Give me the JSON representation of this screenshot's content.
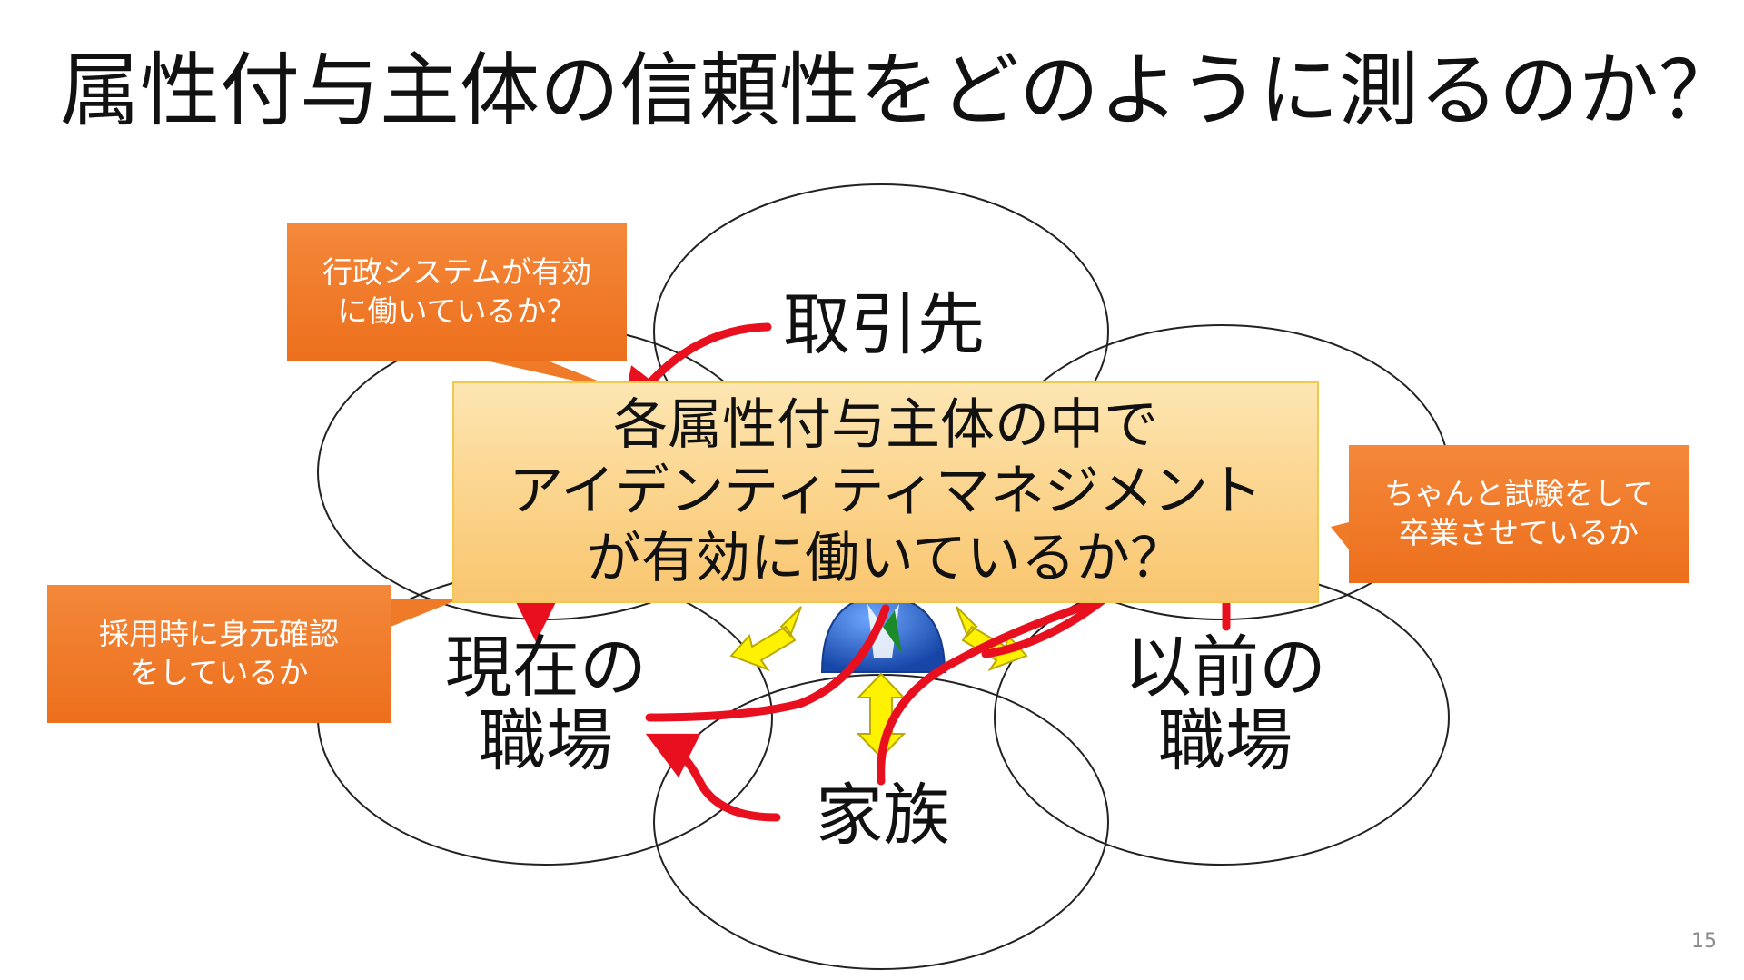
{
  "title": "属性付与主体の信頼性をどのように測るのか？",
  "nodes": {
    "top": {
      "line1": "取引先"
    },
    "current_workplace": {
      "line1": "現在の",
      "line2": "職場"
    },
    "previous_workplace": {
      "line1": "以前の",
      "line2": "職場"
    },
    "family": {
      "line1": "家族"
    }
  },
  "central_question": {
    "line1": "各属性付与主体の中で",
    "line2": "アイデンティティマネジメント",
    "line3": "が有効に働いているか？"
  },
  "callouts": {
    "government": {
      "line1": "行政システムが有効",
      "line2": "に働いているか？"
    },
    "school": {
      "line1": "ちゃんと試験をして",
      "line2": "卒業させているか"
    },
    "hiring": {
      "line1": "採用時に身元確認",
      "line2": "をしているか"
    }
  },
  "page_number": "15",
  "colors": {
    "arrow_red": "#e8101e",
    "arrow_yellow": "#fff200",
    "callout_orange": "#ee7420",
    "central_fill": "#fcd58f",
    "person_blue": "#1f63c6"
  },
  "icons": {
    "person": "person-icon"
  }
}
